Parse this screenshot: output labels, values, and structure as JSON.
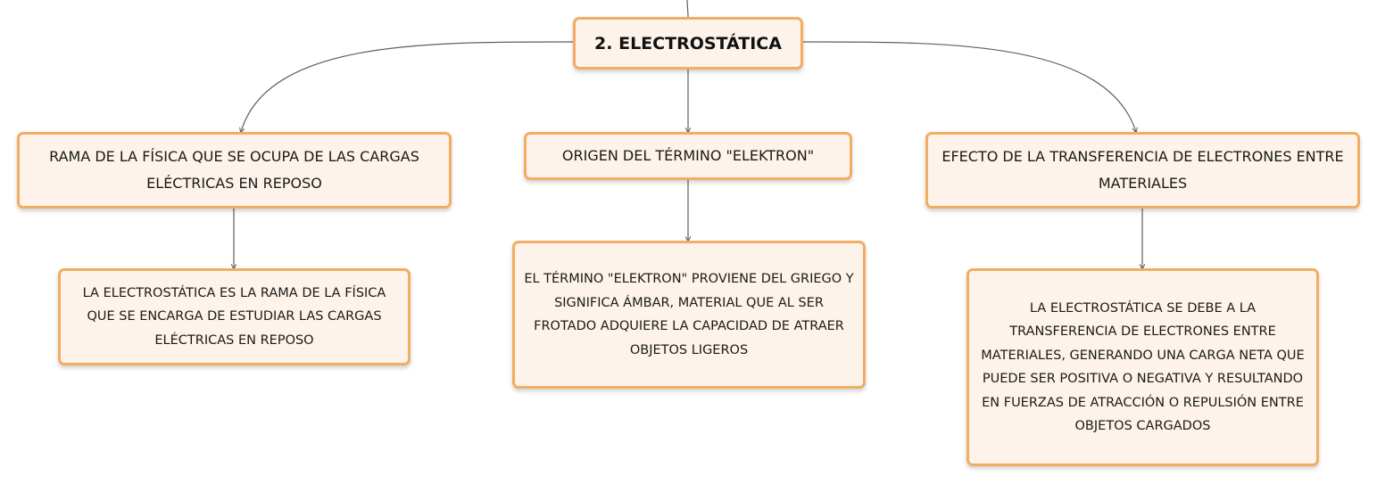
{
  "root": {
    "label": "2. ELECTROSTÁTICA"
  },
  "topics": [
    {
      "label": "RAMA DE LA FÍSICA QUE SE OCUPA DE LAS CARGAS ELÉCTRICAS EN REPOSO",
      "detail": "LA ELECTROSTÁTICA ES LA RAMA DE LA FÍSICA QUE SE ENCARGA DE ESTUDIAR LAS CARGAS ELÉCTRICAS EN REPOSO"
    },
    {
      "label": "ORIGEN DEL TÉRMINO \"ELEKTRON\"",
      "detail": "EL TÉRMINO \"ELEKTRON\" PROVIENE DEL GRIEGO Y SIGNIFICA ÁMBAR, MATERIAL QUE AL SER FROTADO ADQUIERE LA CAPACIDAD DE ATRAER OBJETOS LIGEROS"
    },
    {
      "label": "EFECTO DE LA TRANSFERENCIA DE ELECTRONES ENTRE MATERIALES",
      "detail": "LA ELECTROSTÁTICA SE DEBE A LA TRANSFERENCIA DE ELECTRONES ENTRE MATERIALES, GENERANDO UNA CARGA NETA QUE PUEDE SER POSITIVA O NEGATIVA Y RESULTANDO EN FUERZAS DE ATRACCIÓN O REPULSIÓN ENTRE OBJETOS CARGADOS"
    }
  ],
  "colors": {
    "node_border": "#f2ad62",
    "node_fill": "#fdf3ea",
    "connector": "#5f5f5f"
  }
}
